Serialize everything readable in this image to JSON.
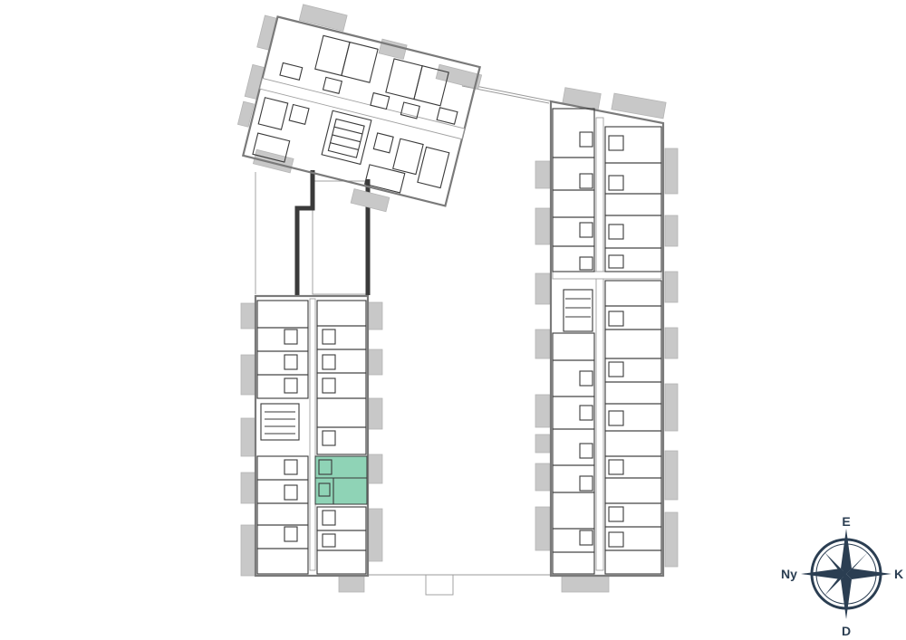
{
  "floorplan": {
    "highlight_color": "#8fd3b6",
    "wall_color": "#7a7a7a",
    "balcony_color": "#c8c8c8",
    "bridge_color": "#3a3a3a"
  },
  "compass": {
    "north": "E",
    "south": "D",
    "west": "Ny",
    "east": "K",
    "color": "#2b3e52",
    "icon": "compass-rose-icon"
  }
}
